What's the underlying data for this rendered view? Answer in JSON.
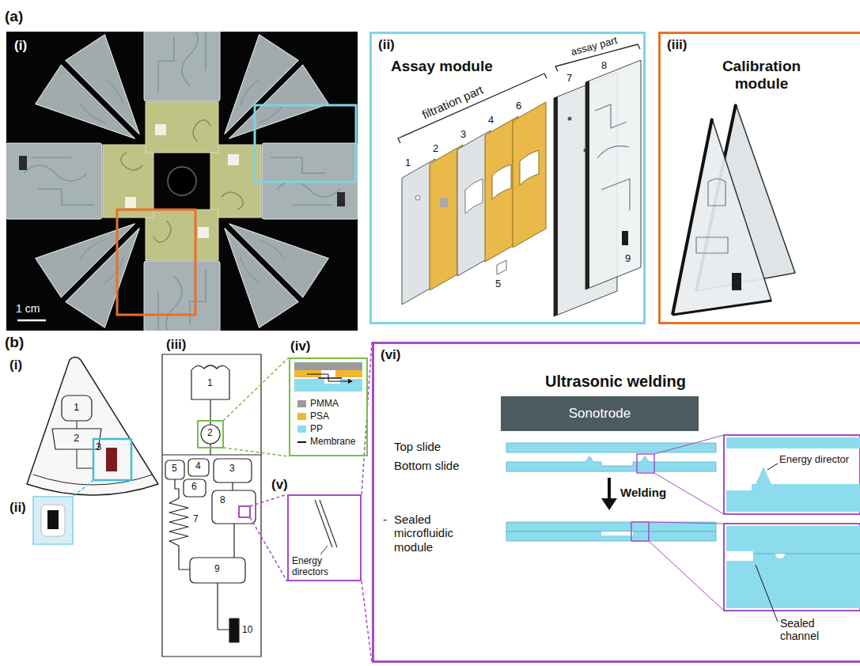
{
  "diagram": {
    "nodes": [
      {
        "text": [
          "(ii)",
          "Assay module"
        ]
      },
      {
        "text": [
          "(iii)",
          "Calibration module"
        ]
      },
      {
        "text": [
          "(iv)"
        ]
      },
      {
        "text": [
          "(v)",
          "Energy directors"
        ]
      },
      {
        "text": [
          "(vi)",
          "Ultrasonic welding"
        ]
      },
      {
        "text": [
          "Sonotrode"
        ],
        "in": 4
      }
    ],
    "edges": [
      {
        "from": 3,
        "to": 4,
        "arrow": "none"
      }
    ],
    "labels": [
      "(a)",
      "(i)",
      "1 cm",
      "filtration part",
      "assay part",
      "1",
      "2",
      "3",
      "4",
      "5",
      "6",
      "7",
      "8",
      "9",
      "(b)",
      "(i)",
      "1",
      "2",
      "3",
      "(ii)",
      "(iii)",
      "1",
      "2",
      "3",
      "4",
      "5",
      "6",
      "7",
      "8",
      "9",
      "10",
      "-",
      "Top slide",
      "Bottom slide",
      "Energy director",
      "Welding",
      "Sealed microfluidic module",
      "Sealed channel"
    ],
    "legend": [
      {
        "text": "PMMA",
        "color": "#9b9b9b"
      },
      {
        "text": "PSA",
        "color": "#f2b630"
      },
      {
        "text": "PP",
        "color": "#8ddcee"
      },
      {
        "text": "Membrane"
      }
    ]
  }
}
